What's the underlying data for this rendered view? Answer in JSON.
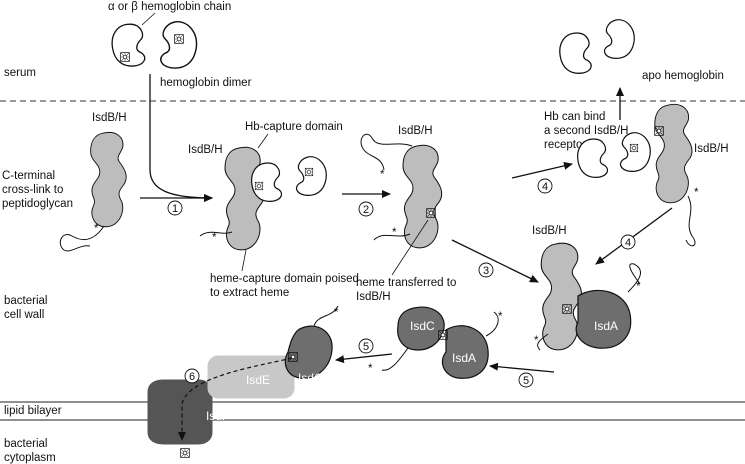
{
  "regions": {
    "serum": "serum",
    "cell_wall_1": "bacterial",
    "cell_wall_2": "cell wall",
    "lipid_bilayer": "lipid bilayer",
    "cytoplasm_1": "bacterial",
    "cytoplasm_2": "cytoplasm"
  },
  "labels": {
    "hb_chain": "α or β hemoglobin chain",
    "hb_dimer": "hemoglobin dimer",
    "apo_hb": "apo hemoglobin",
    "isdbh_1": "IsdB/H",
    "isdbh_2": "IsdB/H",
    "isdbh_3": "IsdB/H",
    "isdbh_4": "IsdB/H",
    "isdbh_5": "IsdB/H",
    "cterm_1": "C-terminal",
    "cterm_2": "cross-link to",
    "cterm_3": "peptidoglycan",
    "hb_capture": "Hb-capture domain",
    "heme_capture_1": "heme-capture domain poised",
    "heme_capture_2": "to extract heme",
    "heme_transfer_1": "heme transferred to",
    "heme_transfer_2": "IsdB/H",
    "second_1": "Hb can bind",
    "second_2": "a second IsdB/H",
    "second_3": "receptor"
  },
  "proteins": {
    "isda_1": "IsdA",
    "isdc_1": "IsdC",
    "isda_2": "IsdA",
    "isdc_2": "IsdC",
    "isde": "IsdE",
    "isdf": "IsdF"
  },
  "steps": {
    "s1": "1",
    "s2": "2",
    "s3": "3",
    "s4a": "4",
    "s4b": "4",
    "s5a": "5",
    "s5b": "5",
    "s6": "6"
  },
  "colors": {
    "receptor": "#bdbdbd",
    "dark_protein": "#6e6e6e",
    "isde": "#c8c8c8",
    "isdf": "#555555",
    "membrane": "#6a6a6a"
  }
}
